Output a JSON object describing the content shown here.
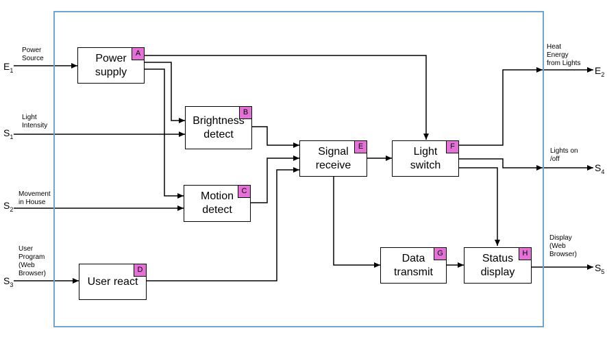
{
  "blocks": {
    "A": {
      "label": "Power\nsupply",
      "tag": "A"
    },
    "B": {
      "label": "Brightness\ndetect",
      "tag": "B"
    },
    "C": {
      "label": "Motion\ndetect",
      "tag": "C"
    },
    "D": {
      "label": "User react",
      "tag": "D"
    },
    "E": {
      "label": "Signal\nreceive",
      "tag": "E"
    },
    "F": {
      "label": "Light\nswitch",
      "tag": "F"
    },
    "G": {
      "label": "Data\ntransmit",
      "tag": "G"
    },
    "H": {
      "label": "Status\ndisplay",
      "tag": "H"
    }
  },
  "inputs": {
    "e1": {
      "label": "Power\nSource",
      "symbol": "E",
      "sub": "1"
    },
    "s1": {
      "label": "Light\nIntensity",
      "symbol": "S",
      "sub": "1"
    },
    "s2": {
      "label": "Movement\nin House",
      "symbol": "S",
      "sub": "2"
    },
    "s3": {
      "label": "User\nProgram\n(Web\nBrowser)",
      "symbol": "S",
      "sub": "3"
    }
  },
  "outputs": {
    "e2": {
      "label": "Heat\nEnergy\nfrom Lights",
      "symbol": "E",
      "sub": "2"
    },
    "s4": {
      "label": "Lights on\n/off",
      "symbol": "S",
      "sub": "4"
    },
    "s5": {
      "label": "Display\n(Web\nBrowser)",
      "symbol": "S",
      "sub": "5"
    }
  }
}
